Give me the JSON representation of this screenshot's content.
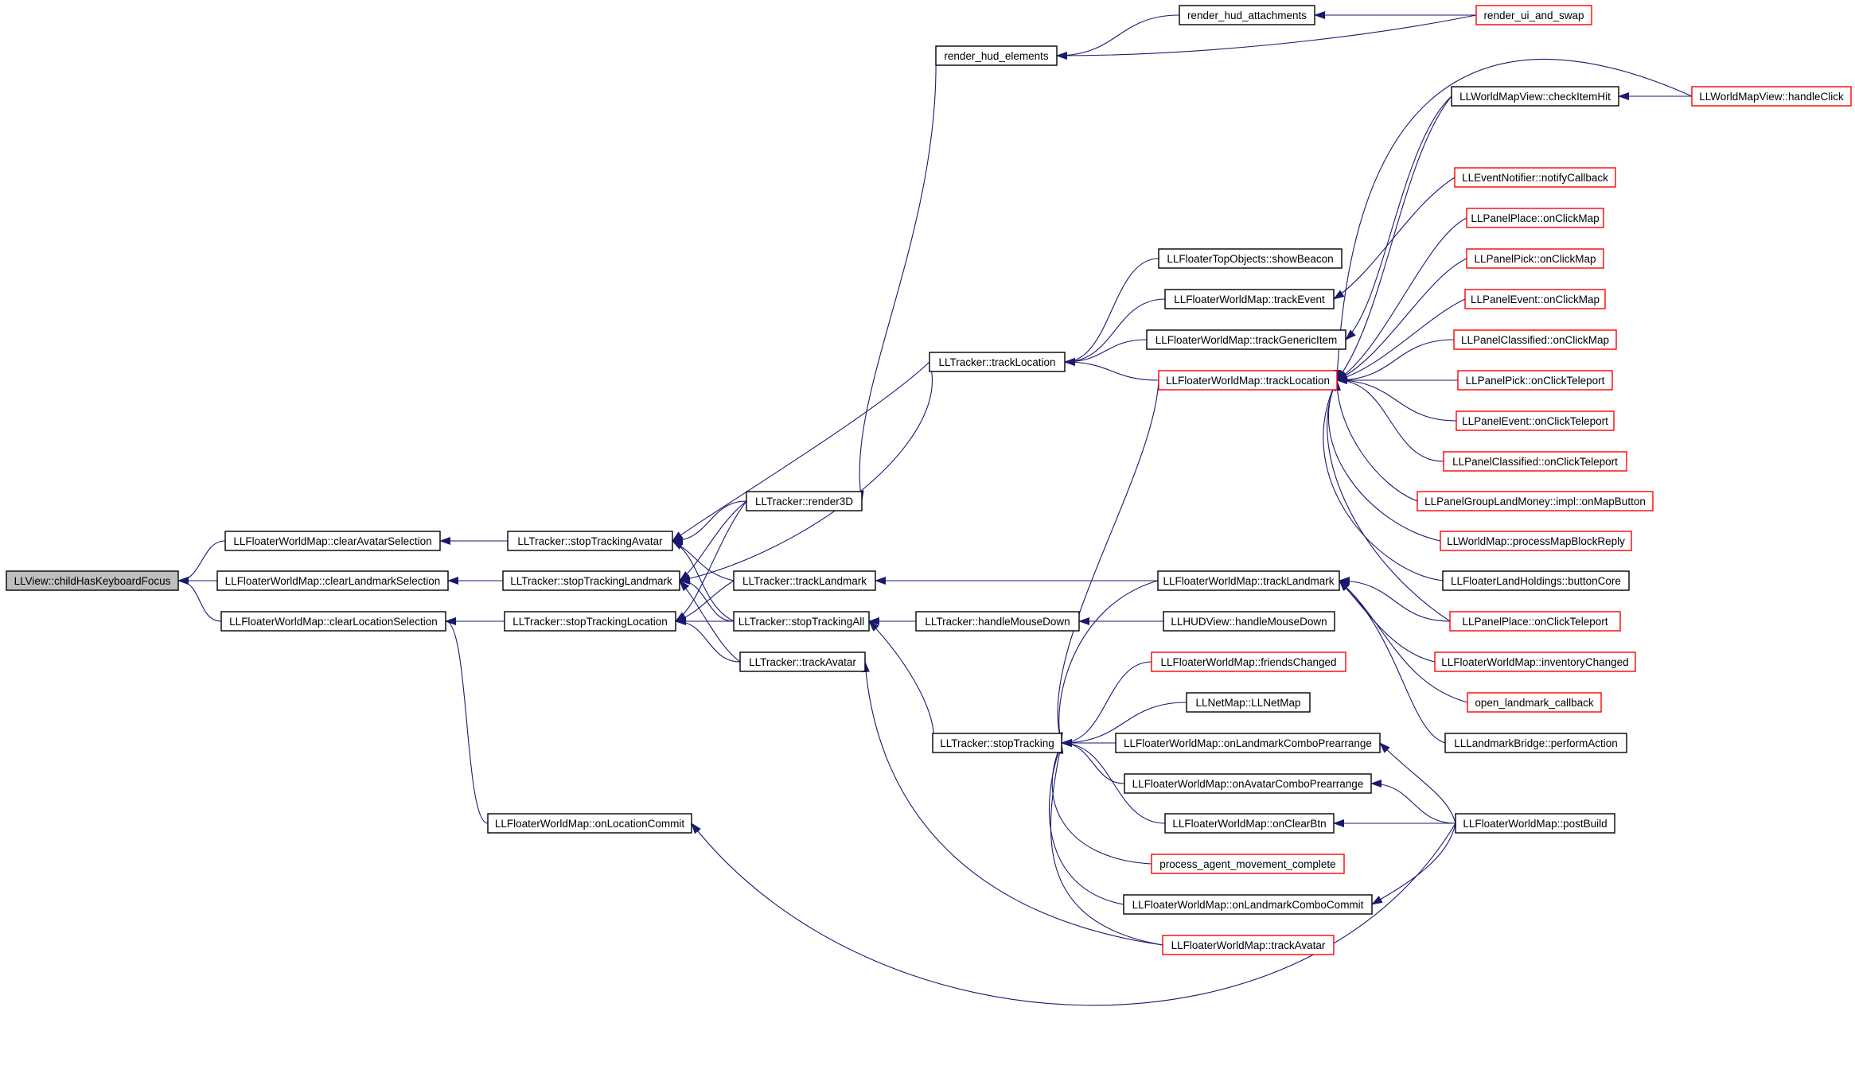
{
  "colors": {
    "edge": "#191970",
    "border_normal": "#000000",
    "border_truncated": "#ff0000",
    "root_fill": "#bfbfbf",
    "node_fill": "#ffffff"
  },
  "nodes": [
    {
      "id": "childHasKeyboardFocus",
      "label": "LLView::childHasKeyboardFocus",
      "style": "root"
    },
    {
      "id": "clearAvatarSelection",
      "label": "LLFloaterWorldMap::clearAvatarSelection",
      "style": "normal"
    },
    {
      "id": "clearLandmarkSelection",
      "label": "LLFloaterWorldMap::clearLandmarkSelection",
      "style": "normal"
    },
    {
      "id": "clearLocationSelection",
      "label": "LLFloaterWorldMap::clearLocationSelection",
      "style": "normal"
    },
    {
      "id": "stopTrackingAvatar",
      "label": "LLTracker::stopTrackingAvatar",
      "style": "normal"
    },
    {
      "id": "stopTrackingLandmark",
      "label": "LLTracker::stopTrackingLandmark",
      "style": "normal"
    },
    {
      "id": "stopTrackingLocation",
      "label": "LLTracker::stopTrackingLocation",
      "style": "normal"
    },
    {
      "id": "onLocationCommit",
      "label": "LLFloaterWorldMap::onLocationCommit",
      "style": "normal"
    },
    {
      "id": "render3D",
      "label": "LLTracker::render3D",
      "style": "normal"
    },
    {
      "id": "trackerTrackLandmark",
      "label": "LLTracker::trackLandmark",
      "style": "normal"
    },
    {
      "id": "stopTrackingAll",
      "label": "LLTracker::stopTrackingAll",
      "style": "normal"
    },
    {
      "id": "trackerTrackAvatar",
      "label": "LLTracker::trackAvatar",
      "style": "normal"
    },
    {
      "id": "renderHudElements",
      "label": "render_hud_elements",
      "style": "normal"
    },
    {
      "id": "trackerTrackLocation",
      "label": "LLTracker::trackLocation",
      "style": "normal"
    },
    {
      "id": "handleMouseDownTracker",
      "label": "LLTracker::handleMouseDown",
      "style": "normal"
    },
    {
      "id": "stopTracking",
      "label": "LLTracker::stopTracking",
      "style": "normal"
    },
    {
      "id": "renderHudAttachments",
      "label": "render_hud_attachments",
      "style": "normal"
    },
    {
      "id": "renderUiAndSwap",
      "label": "render_ui_and_swap",
      "style": "truncated"
    },
    {
      "id": "showBeacon",
      "label": "LLFloaterTopObjects::showBeacon",
      "style": "normal"
    },
    {
      "id": "fwmTrackEvent",
      "label": "LLFloaterWorldMap::trackEvent",
      "style": "normal"
    },
    {
      "id": "fwmTrackGenericItem",
      "label": "LLFloaterWorldMap::trackGenericItem",
      "style": "normal"
    },
    {
      "id": "fwmTrackLocation",
      "label": "LLFloaterWorldMap::trackLocation",
      "style": "truncated"
    },
    {
      "id": "fwmTrackLandmark",
      "label": "LLFloaterWorldMap::trackLandmark",
      "style": "normal"
    },
    {
      "id": "hudHandleMouseDown",
      "label": "LLHUDView::handleMouseDown",
      "style": "normal"
    },
    {
      "id": "friendsChanged",
      "label": "LLFloaterWorldMap::friendsChanged",
      "style": "truncated"
    },
    {
      "id": "llNetMap",
      "label": "LLNetMap::LLNetMap",
      "style": "normal"
    },
    {
      "id": "onLandmarkComboPrearrange",
      "label": "LLFloaterWorldMap::onLandmarkComboPrearrange",
      "style": "normal"
    },
    {
      "id": "onAvatarComboPrearrange",
      "label": "LLFloaterWorldMap::onAvatarComboPrearrange",
      "style": "normal"
    },
    {
      "id": "onClearBtn",
      "label": "LLFloaterWorldMap::onClearBtn",
      "style": "normal"
    },
    {
      "id": "processAgentMovement",
      "label": "process_agent_movement_complete",
      "style": "truncated"
    },
    {
      "id": "onLandmarkComboCommit",
      "label": "LLFloaterWorldMap::onLandmarkComboCommit",
      "style": "normal"
    },
    {
      "id": "fwmTrackAvatar",
      "label": "LLFloaterWorldMap::trackAvatar",
      "style": "truncated"
    },
    {
      "id": "checkItemHit",
      "label": "LLWorldMapView::checkItemHit",
      "style": "normal"
    },
    {
      "id": "handleClick",
      "label": "LLWorldMapView::handleClick",
      "style": "truncated"
    },
    {
      "id": "notifyCallback",
      "label": "LLEventNotifier::notifyCallback",
      "style": "truncated"
    },
    {
      "id": "panelPlaceOnClickMap",
      "label": "LLPanelPlace::onClickMap",
      "style": "truncated"
    },
    {
      "id": "panelPickOnClickMap",
      "label": "LLPanelPick::onClickMap",
      "style": "truncated"
    },
    {
      "id": "panelEventOnClickMap",
      "label": "LLPanelEvent::onClickMap",
      "style": "truncated"
    },
    {
      "id": "panelClassifiedOnClickMap",
      "label": "LLPanelClassified::onClickMap",
      "style": "truncated"
    },
    {
      "id": "panelPickOnClickTeleport",
      "label": "LLPanelPick::onClickTeleport",
      "style": "truncated"
    },
    {
      "id": "panelEventOnClickTeleport",
      "label": "LLPanelEvent::onClickTeleport",
      "style": "truncated"
    },
    {
      "id": "panelClassifiedOnClickTeleport",
      "label": "LLPanelClassified::onClickTeleport",
      "style": "truncated"
    },
    {
      "id": "onMapButton",
      "label": "LLPanelGroupLandMoney::impl::onMapButton",
      "style": "truncated"
    },
    {
      "id": "processMapBlockReply",
      "label": "LLWorldMap::processMapBlockReply",
      "style": "truncated"
    },
    {
      "id": "buttonCore",
      "label": "LLFloaterLandHoldings::buttonCore",
      "style": "normal"
    },
    {
      "id": "panelPlaceOnClickTeleport",
      "label": "LLPanelPlace::onClickTeleport",
      "style": "truncated"
    },
    {
      "id": "inventoryChanged",
      "label": "LLFloaterWorldMap::inventoryChanged",
      "style": "truncated"
    },
    {
      "id": "openLandmarkCallback",
      "label": "open_landmark_callback",
      "style": "truncated"
    },
    {
      "id": "performAction",
      "label": "LLLandmarkBridge::performAction",
      "style": "normal"
    },
    {
      "id": "postBuild",
      "label": "LLFloaterWorldMap::postBuild",
      "style": "normal"
    }
  ],
  "edges": [
    {
      "from": "clearAvatarSelection",
      "to": "childHasKeyboardFocus"
    },
    {
      "from": "clearLandmarkSelection",
      "to": "childHasKeyboardFocus"
    },
    {
      "from": "clearLocationSelection",
      "to": "childHasKeyboardFocus"
    },
    {
      "from": "stopTrackingAvatar",
      "to": "clearAvatarSelection"
    },
    {
      "from": "stopTrackingLandmark",
      "to": "clearLandmarkSelection"
    },
    {
      "from": "stopTrackingLocation",
      "to": "clearLocationSelection"
    },
    {
      "from": "onLocationCommit",
      "to": "clearLocationSelection"
    },
    {
      "from": "render3D",
      "to": "stopTrackingAvatar"
    },
    {
      "from": "trackerTrackLocation",
      "to": "stopTrackingAvatar"
    },
    {
      "from": "trackerTrackLandmark",
      "to": "stopTrackingAvatar"
    },
    {
      "from": "stopTrackingAll",
      "to": "stopTrackingAvatar"
    },
    {
      "from": "render3D",
      "to": "stopTrackingLandmark"
    },
    {
      "from": "trackerTrackLocation",
      "to": "stopTrackingLandmark"
    },
    {
      "from": "trackerTrackAvatar",
      "to": "stopTrackingLandmark"
    },
    {
      "from": "stopTrackingAll",
      "to": "stopTrackingLandmark"
    },
    {
      "from": "render3D",
      "to": "stopTrackingLocation"
    },
    {
      "from": "trackerTrackLandmark",
      "to": "stopTrackingLocation"
    },
    {
      "from": "stopTrackingAll",
      "to": "stopTrackingLocation"
    },
    {
      "from": "trackerTrackAvatar",
      "to": "stopTrackingLocation"
    },
    {
      "from": "postBuild",
      "to": "onLocationCommit"
    },
    {
      "from": "renderHudElements",
      "to": "render3D"
    },
    {
      "from": "fwmTrackLandmark",
      "to": "trackerTrackLandmark"
    },
    {
      "from": "handleMouseDownTracker",
      "to": "stopTrackingAll"
    },
    {
      "from": "stopTracking",
      "to": "stopTrackingAll"
    },
    {
      "from": "fwmTrackAvatar",
      "to": "trackerTrackAvatar"
    },
    {
      "from": "renderHudAttachments",
      "to": "renderHudElements"
    },
    {
      "from": "renderUiAndSwap",
      "to": "renderHudElements"
    },
    {
      "from": "renderUiAndSwap",
      "to": "renderHudAttachments"
    },
    {
      "from": "showBeacon",
      "to": "trackerTrackLocation"
    },
    {
      "from": "fwmTrackEvent",
      "to": "trackerTrackLocation"
    },
    {
      "from": "fwmTrackGenericItem",
      "to": "trackerTrackLocation"
    },
    {
      "from": "fwmTrackLocation",
      "to": "trackerTrackLocation"
    },
    {
      "from": "hudHandleMouseDown",
      "to": "handleMouseDownTracker"
    },
    {
      "from": "fwmTrackLocation",
      "to": "stopTracking"
    },
    {
      "from": "fwmTrackLandmark",
      "to": "stopTracking"
    },
    {
      "from": "friendsChanged",
      "to": "stopTracking"
    },
    {
      "from": "llNetMap",
      "to": "stopTracking"
    },
    {
      "from": "onLandmarkComboPrearrange",
      "to": "stopTracking"
    },
    {
      "from": "onAvatarComboPrearrange",
      "to": "stopTracking"
    },
    {
      "from": "onClearBtn",
      "to": "stopTracking"
    },
    {
      "from": "processAgentMovement",
      "to": "stopTracking"
    },
    {
      "from": "onLandmarkComboCommit",
      "to": "stopTracking"
    },
    {
      "from": "fwmTrackAvatar",
      "to": "stopTracking"
    },
    {
      "from": "notifyCallback",
      "to": "fwmTrackEvent"
    },
    {
      "from": "checkItemHit",
      "to": "fwmTrackGenericItem"
    },
    {
      "from": "checkItemHit",
      "to": "fwmTrackLocation"
    },
    {
      "from": "handleClick",
      "to": "fwmTrackLocation"
    },
    {
      "from": "panelPlaceOnClickMap",
      "to": "fwmTrackLocation"
    },
    {
      "from": "panelPickOnClickMap",
      "to": "fwmTrackLocation"
    },
    {
      "from": "panelEventOnClickMap",
      "to": "fwmTrackLocation"
    },
    {
      "from": "panelClassifiedOnClickMap",
      "to": "fwmTrackLocation"
    },
    {
      "from": "panelPickOnClickTeleport",
      "to": "fwmTrackLocation"
    },
    {
      "from": "panelEventOnClickTeleport",
      "to": "fwmTrackLocation"
    },
    {
      "from": "panelClassifiedOnClickTeleport",
      "to": "fwmTrackLocation"
    },
    {
      "from": "onMapButton",
      "to": "fwmTrackLocation"
    },
    {
      "from": "processMapBlockReply",
      "to": "fwmTrackLocation"
    },
    {
      "from": "buttonCore",
      "to": "fwmTrackLocation"
    },
    {
      "from": "panelPlaceOnClickTeleport",
      "to": "fwmTrackLocation"
    },
    {
      "from": "handleClick",
      "to": "checkItemHit"
    },
    {
      "from": "panelPlaceOnClickTeleport",
      "to": "fwmTrackLandmark"
    },
    {
      "from": "inventoryChanged",
      "to": "fwmTrackLandmark"
    },
    {
      "from": "openLandmarkCallback",
      "to": "fwmTrackLandmark"
    },
    {
      "from": "performAction",
      "to": "fwmTrackLandmark"
    },
    {
      "from": "postBuild",
      "to": "onLandmarkComboPrearrange"
    },
    {
      "from": "postBuild",
      "to": "onAvatarComboPrearrange"
    },
    {
      "from": "postBuild",
      "to": "onClearBtn"
    },
    {
      "from": "postBuild",
      "to": "onLandmarkComboCommit"
    }
  ]
}
